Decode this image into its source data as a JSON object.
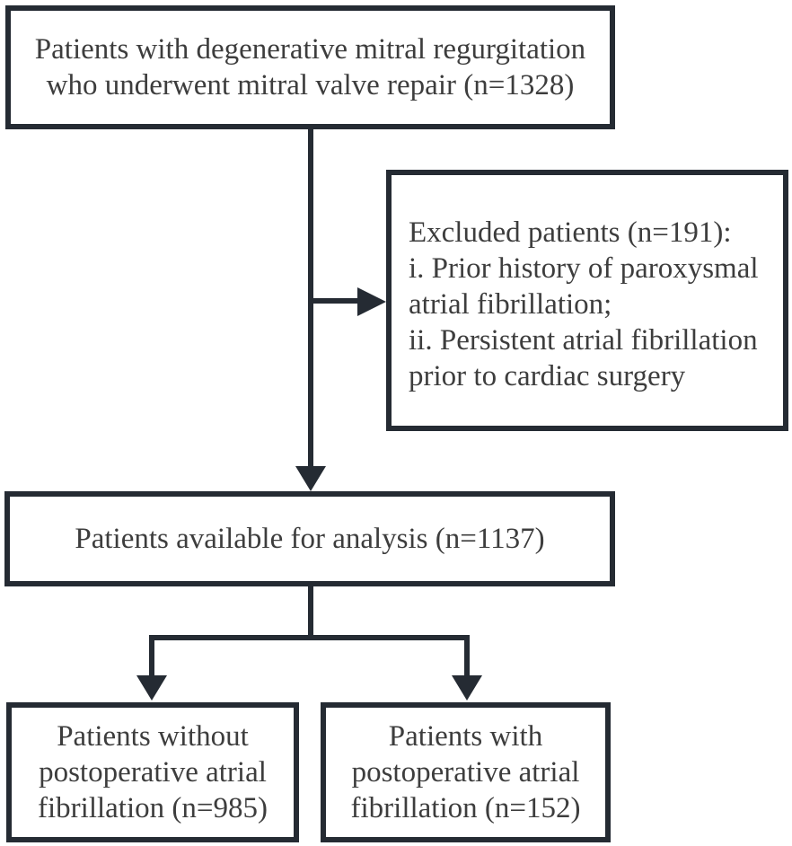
{
  "colors": {
    "border": "#252b33",
    "text": "#3d3d3d",
    "background": "#ffffff"
  },
  "diagram": {
    "type": "patient-flowchart",
    "boxes": {
      "source": {
        "n": 1328,
        "lines": [
          "Patients with degenerative mitral regurgitation",
          "who underwent mitral valve repair (n=1328)"
        ]
      },
      "excluded": {
        "n": 191,
        "lines": [
          "Excluded patients (n=191):",
          "i. Prior history of paroxysmal",
          "atrial fibrillation;",
          "ii. Persistent atrial fibrillation",
          "prior to cardiac surgery"
        ]
      },
      "analysis": {
        "n": 1137,
        "lines": [
          "Patients available for analysis (n=1137)"
        ]
      },
      "no_poaf": {
        "n": 985,
        "lines": [
          "Patients without",
          "postoperative atrial",
          "fibrillation (n=985)"
        ]
      },
      "poaf": {
        "n": 152,
        "lines": [
          "Patients with",
          "postoperative atrial",
          "fibrillation (n=152)"
        ]
      }
    }
  }
}
